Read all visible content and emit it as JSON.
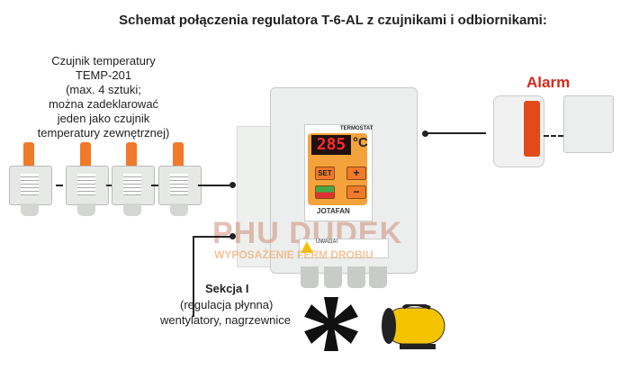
{
  "title": "Schemat połączenia regulatora T-6-AL z czujnikami i odbiornikami:",
  "sensors": {
    "lines": [
      "Czujnik temperatury",
      "TEMP-201",
      "(max. 4 sztuki;",
      "można zadeklarować",
      "jeden jako czujnik",
      "temperatury zewnętrznej)"
    ],
    "count": 4
  },
  "controller": {
    "display": "285",
    "unit": "°C",
    "set": "SET",
    "plus": "+",
    "minus": "−",
    "label": "TERMOSTAT",
    "brand": "JOTAFAN",
    "warning": "UWAGA!"
  },
  "watermark": {
    "name": "PHU DUDEK",
    "sub": "WYPOSAŻENIE FERM DROBIU"
  },
  "alarm": {
    "label": "Alarm"
  },
  "section": {
    "title": "Sekcja I",
    "line1": "(regulacja płynna)",
    "line2": "wentylatory, nagrzewnice"
  },
  "colors": {
    "accent": "#f07a2a",
    "alarm": "#d42a1a"
  }
}
